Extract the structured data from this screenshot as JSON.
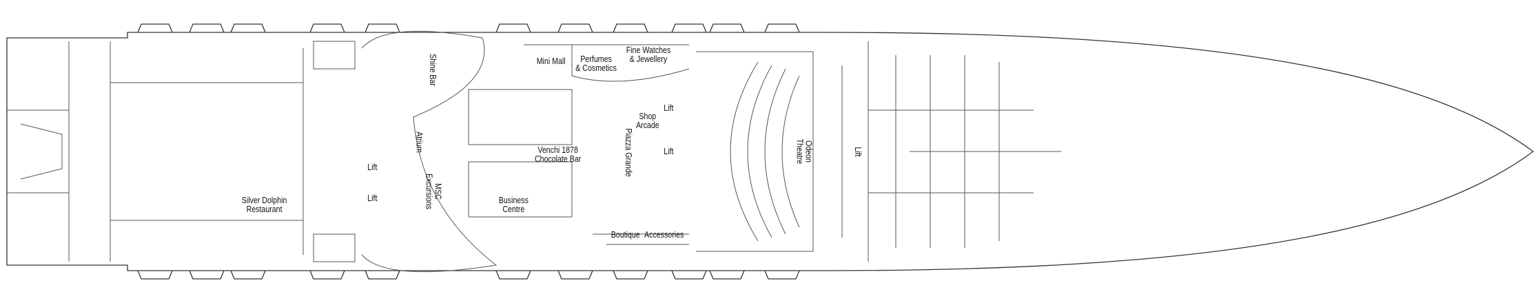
{
  "deck_plan": {
    "areas": {
      "silver_dolphin": [
        "Silver Dolphin",
        "Restaurant"
      ],
      "lift": "Lift",
      "shine_bar": "Shine Bar",
      "atrium": "Atrium",
      "msc_excursions": [
        "MSC",
        "Excursions"
      ],
      "mini_mall": "Mini Mall",
      "perfumes": [
        "Perfumes",
        "& Cosmetics"
      ],
      "watches": [
        "Fine Watches",
        "& Jewellery"
      ],
      "shop_arcade": [
        "Shop",
        "Arcade"
      ],
      "venchi": [
        "Venchi 1878",
        "Chocolate Bar"
      ],
      "piazza": "Piazza Grande",
      "business": [
        "Business",
        "Centre"
      ],
      "boutique": "Boutique",
      "accessories": "Accessories",
      "odeon": [
        "Odeon",
        "Theatre"
      ]
    },
    "colors": {
      "line": "#333333",
      "background": "#ffffff"
    }
  }
}
